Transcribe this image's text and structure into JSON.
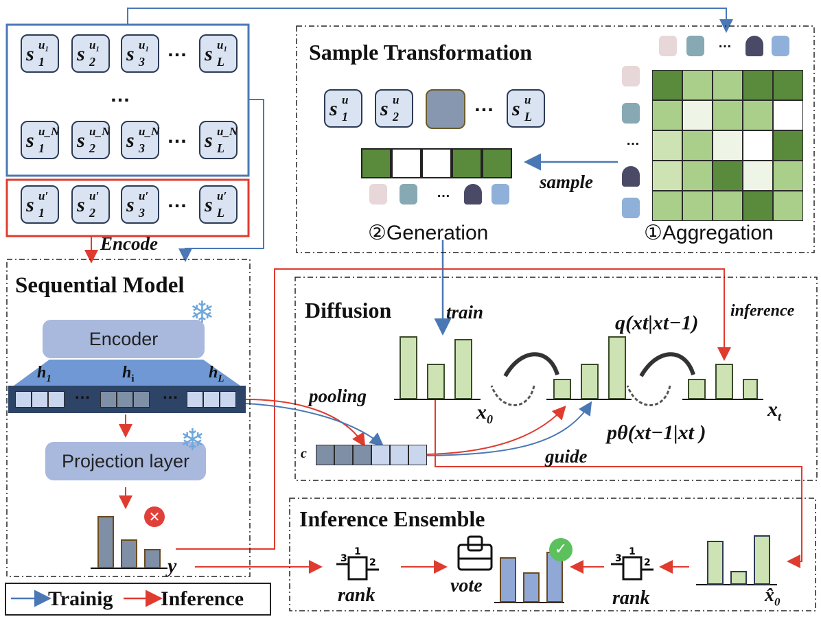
{
  "user_seqs": {
    "u1": [
      "s",
      "u_1",
      "1"
    ],
    "rows": [
      {
        "sup": "u₁",
        "subs": [
          "1",
          "2",
          "3",
          "L"
        ]
      },
      {
        "sup": "u_N",
        "subs": [
          "1",
          "2",
          "3",
          "L"
        ]
      },
      {
        "sup": "u′",
        "subs": [
          "1",
          "2",
          "3",
          "L"
        ]
      }
    ],
    "seq_symbol": "s",
    "ellipsis": "…",
    "vertical_ellipsis": "…"
  },
  "labels": {
    "encode": "Encode",
    "sequential_model": "Sequential Model",
    "encoder": "Encoder",
    "projection_layer": "Projection layer",
    "h1": "h",
    "h1_sub": "1",
    "hi": "h",
    "hi_sub": "i",
    "hL": "h",
    "hL_sub": "L",
    "y": "y",
    "sample_transformation": "Sample Transformation",
    "generation": "②Generation",
    "aggregation": "①Aggregation",
    "sample": "sample",
    "diffusion": "Diffusion",
    "train": "train",
    "inference": "inference",
    "pooling": "pooling",
    "q_formula": "q(xt|xt−1)",
    "p_formula": "pθ(xt−1|xt )",
    "x0": "x",
    "x0_sub": "0",
    "xt": "x",
    "xt_sub": "t",
    "c": "c",
    "guide": "guide",
    "inference_ensemble": "Inference Ensemble",
    "rank_left": "rank",
    "rank_right": "rank",
    "vote": "vote",
    "x0_hat": "x̂",
    "x0_hat_sub": "0",
    "legend_training": "Trainig",
    "legend_inference": "Inference"
  },
  "generated_seq": {
    "sup": "u",
    "subs": [
      "1",
      "2",
      "L"
    ]
  },
  "colors": {
    "blue_arrow": "#4a78b5",
    "red_arrow": "#e03b2f",
    "dark_green": "#5a8a3c",
    "mid_green": "#a9cf8a",
    "light_green": "#cde3b3",
    "pale": "#eef4e6"
  },
  "icons": [
    "snowflake-icon",
    "error-icon",
    "check-icon",
    "lock-icon",
    "rank-icon",
    "fashion-item-icons"
  ]
}
